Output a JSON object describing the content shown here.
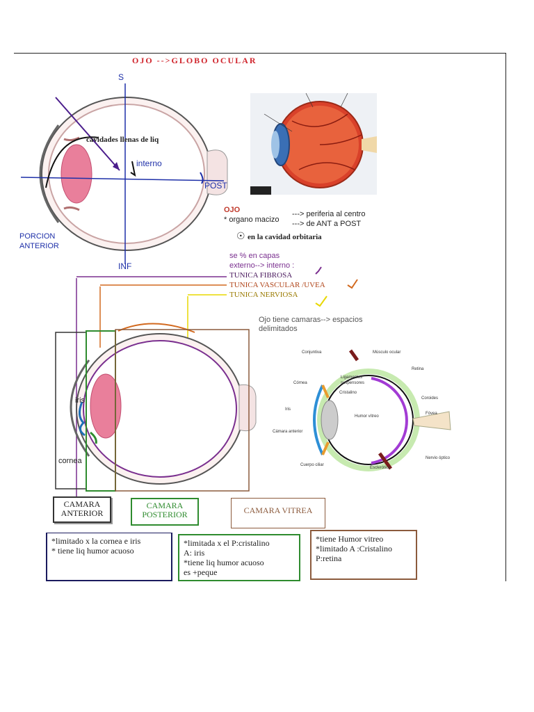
{
  "title": "OJO -->GLOBO OCULAR",
  "diagram1": {
    "top_label": "S",
    "bottom_label": "INF",
    "right_label": "POST",
    "annotation": "cavidades llenas de liq",
    "interno": "interno",
    "porcion": "PORCION",
    "anterior": "ANTERIOR"
  },
  "notes": {
    "ojo": "OJO",
    "organo": "* organo macizo",
    "periferia": "---> periferia al centro",
    "ant_post": "---> de ANT a POST",
    "cavidad": "en la cavidad orbitaria",
    "capas_1": "se % en capas",
    "capas_2": "externo--> interno :",
    "fibrosa": "TUNICA FIBROSA",
    "vascular": "TUNICA VASCULAR /UVEA",
    "nerviosa": "TUNICA NERVIOSA",
    "camaras_1": "Ojo tiene camaras--> espacios",
    "camaras_2": "delimitados"
  },
  "diagram2": {
    "iris": "iris",
    "cornea": "cornea"
  },
  "anatomy_labels": {
    "conjuntiva": "Conjuntiva",
    "musculo": "Músculo ocular",
    "retina": "Retina",
    "cornea": "Córnea",
    "ligamentos_1": "Ligamentos",
    "ligamentos_2": "suspensores",
    "cristalino": "Cristalino",
    "coroides": "Coroides",
    "iris": "Iris",
    "humor": "Humor vítreo",
    "fovea": "Fóvea",
    "camara": "Cámara anterior",
    "nervio": "Nervio óptico",
    "cuerpo": "Cuerpo ciliar",
    "esclerotica": "Esclerótica"
  },
  "chambers": {
    "anterior_1": "CAMARA",
    "anterior_2": "ANTERIOR",
    "posterior_1": "CAMARA",
    "posterior_2": "POSTERIOR",
    "vitrea": "CAMARA VITREA"
  },
  "descriptions": {
    "box1_l1": "*limitado x la cornea e iris",
    "box1_l2": "* tiene liq humor acuoso",
    "box2_l1": "*limitada x el P:cristalino",
    "box2_l2": "A: iris",
    "box2_l3": "*tiene liq humor acuoso",
    "box2_l4": "es +peque",
    "box3_l1": "*tiene Humor vitreo",
    "box3_l2": "*limitado A :Cristalino",
    "box3_l3": "P:retina"
  },
  "colors": {
    "title": "#d0242c",
    "blue_ink": "#1d2fa8",
    "purple_ink": "#7a2f8f",
    "orange_ink": "#d2691e",
    "yellow_ink": "#e8d800",
    "green_box": "#2e8b2e",
    "brown_box": "#8b5a3c"
  }
}
